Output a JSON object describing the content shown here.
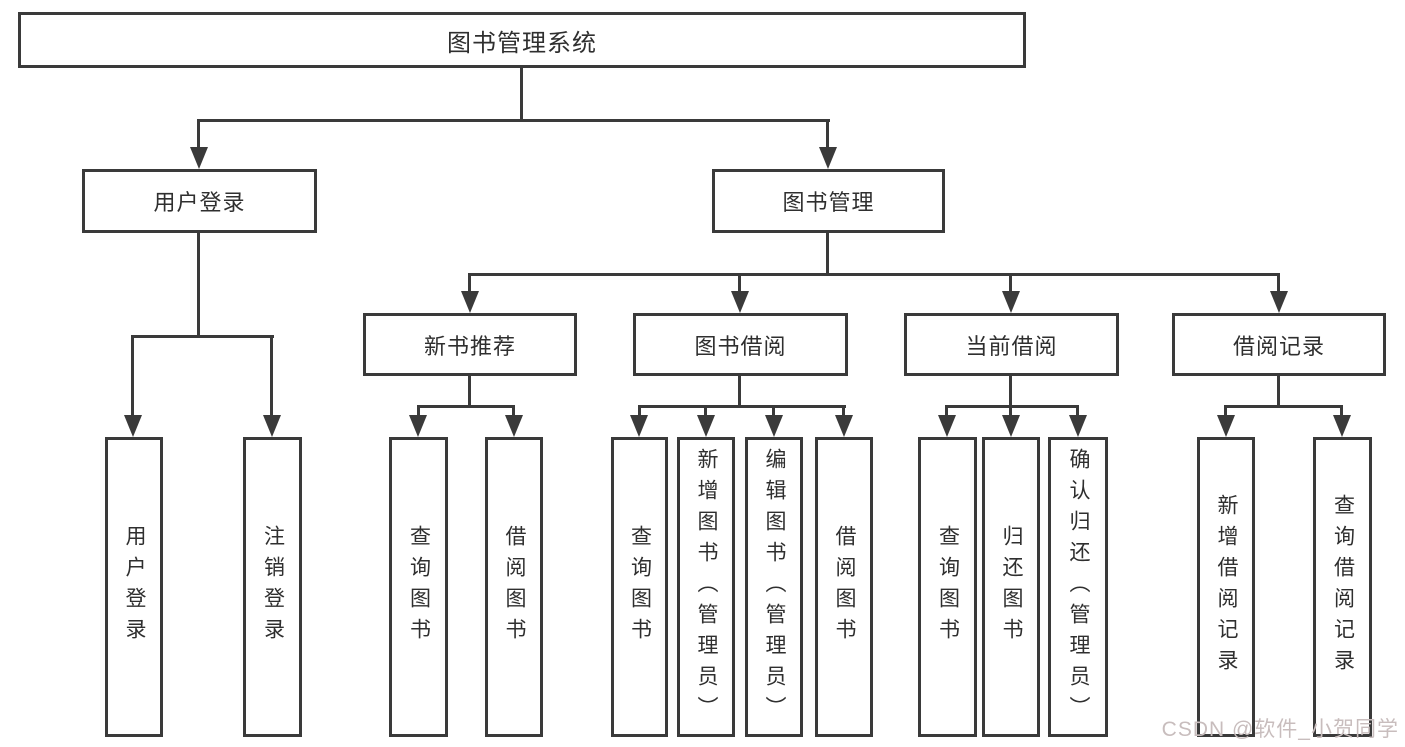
{
  "diagram": {
    "title": "图书管理系统",
    "tree": {
      "root": "图书管理系统",
      "user_login": {
        "label": "用户登录",
        "leaves": [
          "用户登录",
          "注销登录"
        ]
      },
      "book_management": {
        "label": "图书管理",
        "sections": [
          {
            "label": "新书推荐",
            "leaves": [
              "查询图书",
              "借阅图书"
            ]
          },
          {
            "label": "图书借阅",
            "leaves": [
              "查询图书",
              "新增图书（管理员）",
              "编辑图书（管理员）",
              "借阅图书"
            ]
          },
          {
            "label": "当前借阅",
            "leaves": [
              "查询图书",
              "归还图书",
              "确认归还（管理员）"
            ]
          },
          {
            "label": "借阅记录",
            "leaves": [
              "新增借阅记录",
              "查询借阅记录"
            ]
          }
        ]
      }
    },
    "colors": {
      "line": "#3a3a3a",
      "text": "#2f2f2f",
      "background": "#ffffff",
      "watermark": "#c8bdbd"
    }
  },
  "watermark": {
    "text": "CSDN @软件_小贺同学"
  }
}
